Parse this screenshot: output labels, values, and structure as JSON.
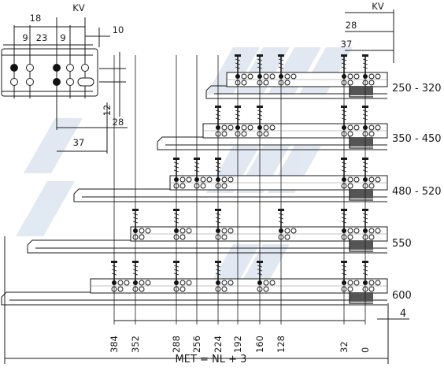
{
  "detail": {
    "top_dims": [
      "18",
      "KV"
    ],
    "hole_dims": [
      "9",
      "23",
      "9"
    ],
    "right_dim": "10",
    "vertical_dim": "12",
    "bottom_dims": [
      "28",
      "37"
    ]
  },
  "right_header": {
    "kv": "KV",
    "d28": "28",
    "d37": "37"
  },
  "sizes": [
    "250 - 320",
    "350 - 450",
    "480 - 520",
    "550",
    "600"
  ],
  "positions": [
    "384",
    "352",
    "288",
    "256",
    "224",
    "192",
    "160",
    "128",
    "32",
    "0"
  ],
  "right_offset": "4",
  "total_label": "MET = NL + 3",
  "colors": {
    "line": "#1a1a1a",
    "watermark": "#c9d7e8",
    "hole_dark": "#111111",
    "bracket": "#555555"
  }
}
